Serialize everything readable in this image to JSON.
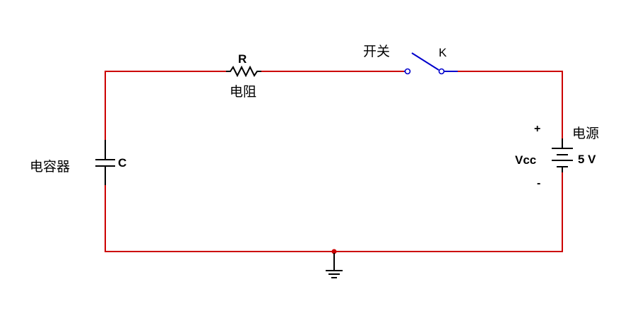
{
  "colors": {
    "wire": "#cc0000",
    "component": "#000000",
    "switch": "#0000cc",
    "background": "#ffffff"
  },
  "resistor": {
    "symbol": "R",
    "name": "电阻"
  },
  "switch": {
    "name": "开关",
    "symbol": "K"
  },
  "capacitor": {
    "name": "电容器",
    "symbol": "C"
  },
  "source": {
    "name": "电源",
    "symbol": "Vcc",
    "value": "5 V",
    "plus": "+",
    "minus": "-"
  },
  "icons": [
    "resistor-icon",
    "switch-icon",
    "capacitor-icon",
    "battery-icon",
    "ground-icon",
    "junction-dot-icon"
  ]
}
